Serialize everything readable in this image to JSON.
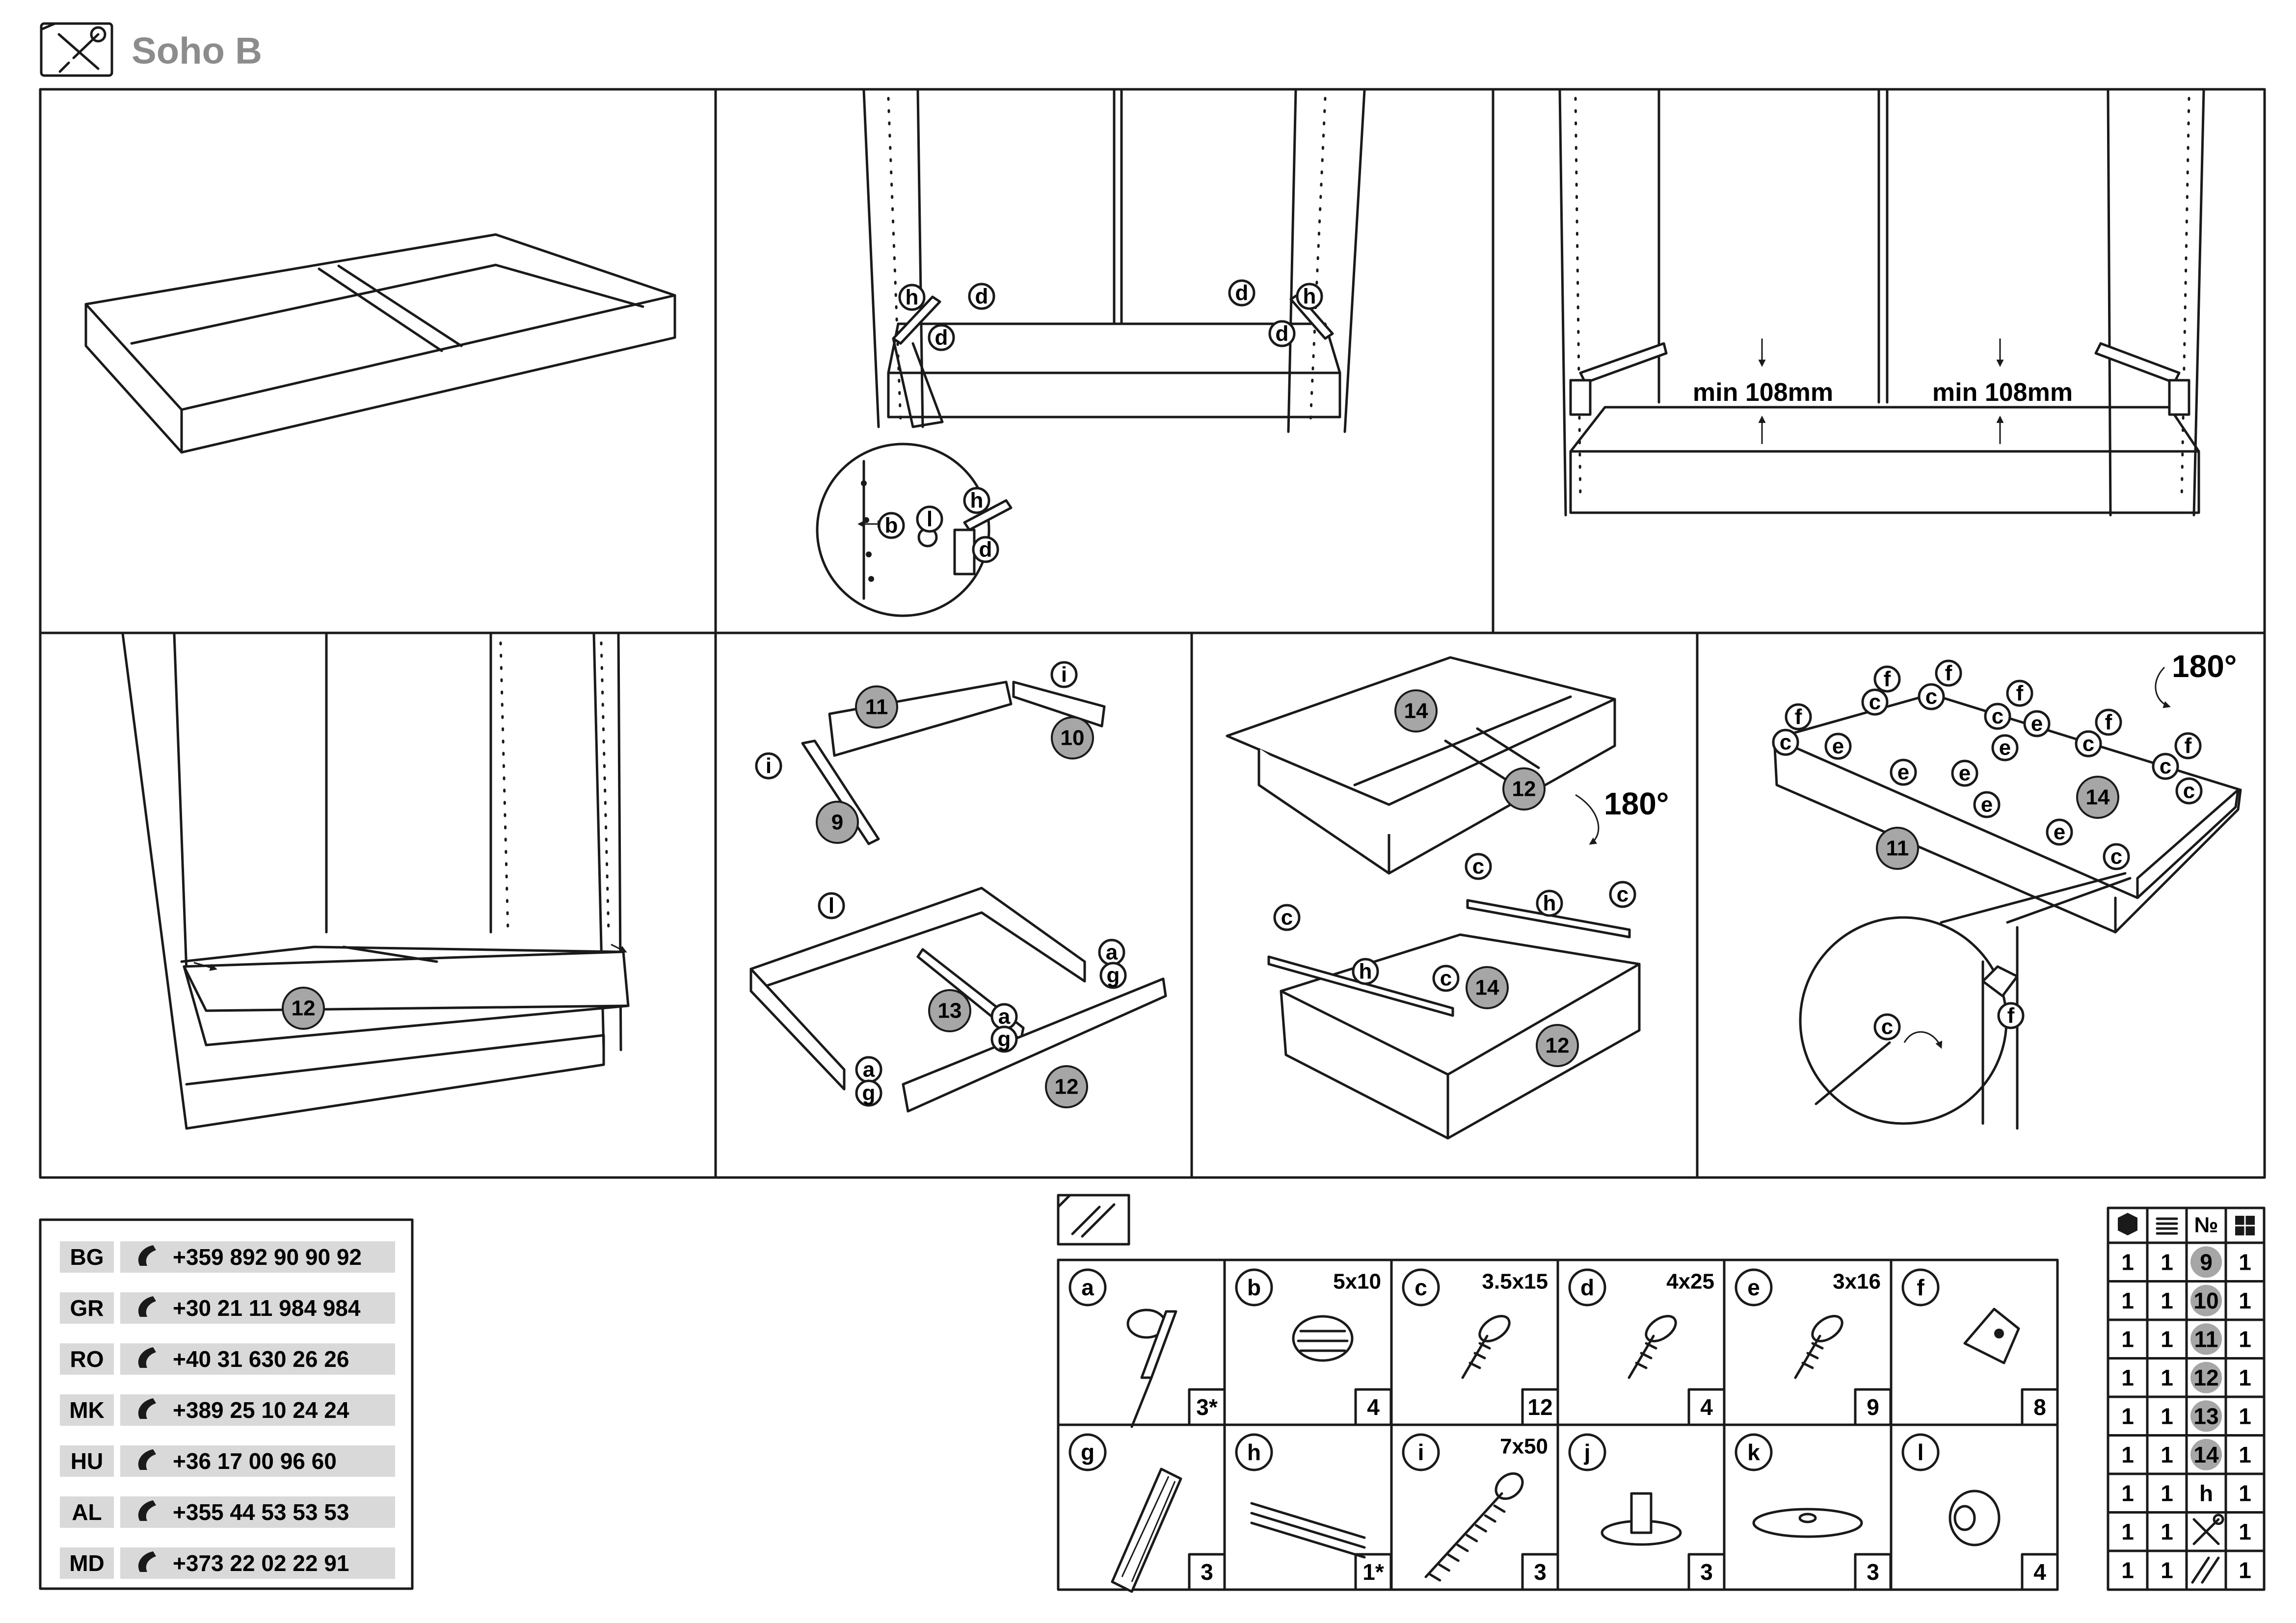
{
  "title": "Soho B",
  "icons": {
    "header": "tools-icon",
    "hardware": "hardware-icon"
  },
  "colors": {
    "part_fill": "#a6a6a6",
    "ink": "#1a1a1a",
    "phone_bg": "#d9d9d9"
  },
  "panel2": {
    "labels": [
      "h",
      "d",
      "d",
      "d",
      "h",
      "d",
      "b",
      "l",
      "h",
      "d"
    ]
  },
  "panel3": {
    "measure_left": "min 108mm",
    "measure_right": "min 108mm"
  },
  "panel4": {
    "part": "12"
  },
  "panel5": {
    "parts": [
      "11",
      "10",
      "9",
      "13",
      "12"
    ],
    "labels": [
      "i",
      "i",
      "l",
      "a",
      "g",
      "a",
      "g",
      "a",
      "g"
    ]
  },
  "panel6": {
    "parts": [
      "14",
      "12",
      "14",
      "12"
    ],
    "rotate": "180°",
    "labels": [
      "c",
      "h",
      "c",
      "c",
      "h",
      "c"
    ]
  },
  "panel7": {
    "parts": [
      "11",
      "14"
    ],
    "rotate": "180°",
    "labels": [
      "c",
      "f",
      "c",
      "f",
      "c",
      "f",
      "c",
      "e",
      "f",
      "c",
      "e",
      "f",
      "c",
      "f",
      "c",
      "e",
      "e",
      "e",
      "e",
      "e",
      "c",
      "c",
      "f"
    ]
  },
  "phones": [
    {
      "code": "BG",
      "number": "+359 892 90 90 92"
    },
    {
      "code": "GR",
      "number": "+30 21 11 984 984"
    },
    {
      "code": "RO",
      "number": "+40 31 630 26 26"
    },
    {
      "code": "MK",
      "number": "+389 25 10 24 24"
    },
    {
      "code": "HU",
      "number": "+36 17 00 96 60"
    },
    {
      "code": "AL",
      "number": "+355 44 53 53 53"
    },
    {
      "code": "MD",
      "number": "+373 22 02 22 91"
    }
  ],
  "hardware": [
    {
      "letter": "a",
      "size": "",
      "qty": "3*",
      "icon": "cam-dowel-icon"
    },
    {
      "letter": "b",
      "size": "5x10",
      "qty": "4",
      "icon": "insert-icon"
    },
    {
      "letter": "c",
      "size": "3.5x15",
      "qty": "12",
      "icon": "screw-icon"
    },
    {
      "letter": "d",
      "size": "4x25",
      "qty": "4",
      "icon": "screw-icon"
    },
    {
      "letter": "e",
      "size": "3x16",
      "qty": "9",
      "icon": "screw-icon"
    },
    {
      "letter": "f",
      "size": "",
      "qty": "8",
      "icon": "corner-bracket-icon"
    },
    {
      "letter": "g",
      "size": "",
      "qty": "3",
      "icon": "wood-dowel-icon"
    },
    {
      "letter": "h",
      "size": "",
      "qty": "1*",
      "icon": "drawer-runner-icon"
    },
    {
      "letter": "i",
      "size": "7x50",
      "qty": "3",
      "icon": "confirmat-screw-icon"
    },
    {
      "letter": "j",
      "size": "",
      "qty": "3",
      "icon": "nail-glide-icon"
    },
    {
      "letter": "k",
      "size": "",
      "qty": "3",
      "icon": "cap-icon"
    },
    {
      "letter": "l",
      "size": "",
      "qty": "4",
      "icon": "spacer-icon"
    }
  ],
  "parts_table": {
    "header_icons": [
      "box-icon",
      "stack-icon",
      "number-sign-icon",
      "grid-icon"
    ],
    "number_header": "№",
    "rows": [
      {
        "boxes": "1",
        "count": "1",
        "part": "9",
        "qty": "1",
        "kind": "part"
      },
      {
        "boxes": "1",
        "count": "1",
        "part": "10",
        "qty": "1",
        "kind": "part"
      },
      {
        "boxes": "1",
        "count": "1",
        "part": "11",
        "qty": "1",
        "kind": "part"
      },
      {
        "boxes": "1",
        "count": "1",
        "part": "12",
        "qty": "1",
        "kind": "part"
      },
      {
        "boxes": "1",
        "count": "1",
        "part": "13",
        "qty": "1",
        "kind": "part"
      },
      {
        "boxes": "1",
        "count": "1",
        "part": "14",
        "qty": "1",
        "kind": "part"
      },
      {
        "boxes": "1",
        "count": "1",
        "part": "h",
        "qty": "1",
        "kind": "letter"
      },
      {
        "boxes": "1",
        "count": "1",
        "part": "",
        "qty": "1",
        "kind": "tools-icon"
      },
      {
        "boxes": "1",
        "count": "1",
        "part": "",
        "qty": "1",
        "kind": "hardware-icon"
      }
    ]
  }
}
